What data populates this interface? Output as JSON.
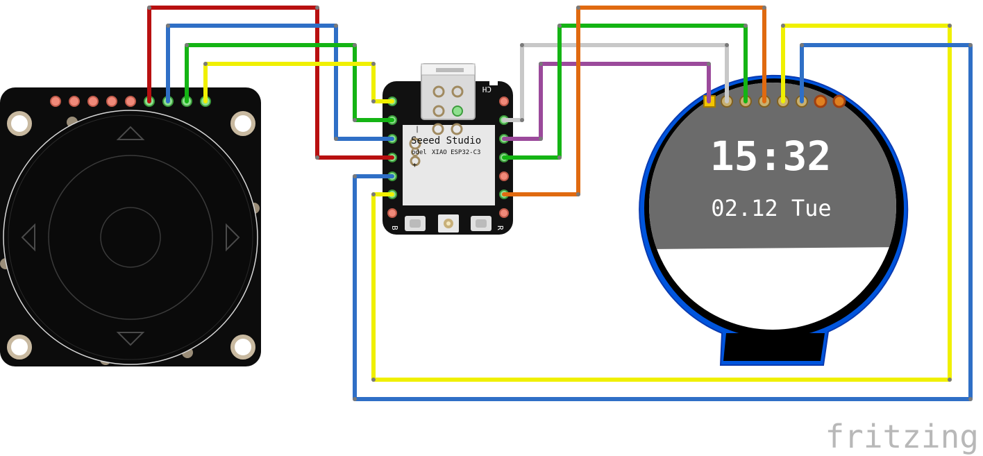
{
  "board": {
    "brand": "Seeed Studio",
    "model": "XIAO ESP32-C3",
    "model_prefix": "odel",
    "antenna_label": "CH",
    "plus_sign": "+",
    "button_left": "B",
    "button_right": "R"
  },
  "display": {
    "time": "15:32",
    "date": "02.12 Tue"
  },
  "watermark": "fritzing",
  "colors": {
    "red": "#b81010",
    "blue": "#2f6fc6",
    "green": "#14b414",
    "yellow": "#f0f000",
    "orange": "#e06a10",
    "white": "#c8c8c8",
    "purple": "#9b4a9b",
    "display_ring": "#1050d8"
  }
}
